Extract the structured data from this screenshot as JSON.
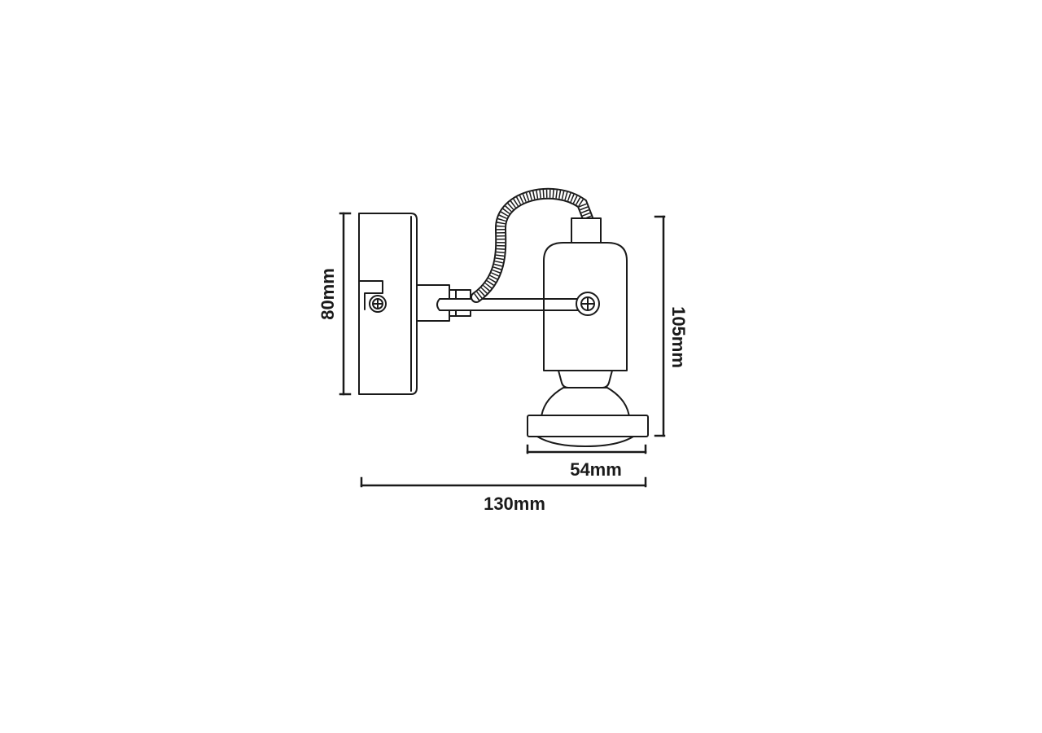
{
  "dimensions": {
    "height_mount": "80mm",
    "height_total": "105mm",
    "width_lamp": "54mm",
    "width_total": "130mm"
  },
  "colors": {
    "line": "#1a1a1a",
    "background": "#ffffff"
  },
  "icons": [
    "screw-icon",
    "cable-icon"
  ]
}
